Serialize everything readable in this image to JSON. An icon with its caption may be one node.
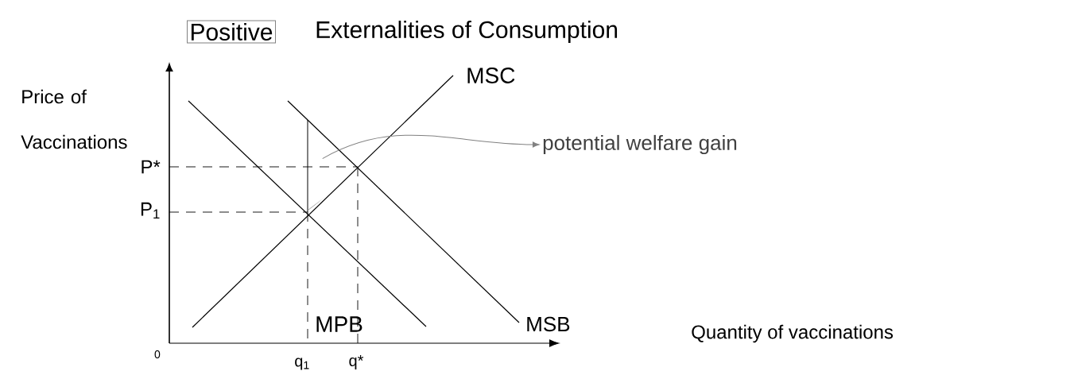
{
  "diagram": {
    "nodes": [
      {
        "text": [
          "Positive"
        ]
      },
      {
        "text": [],
        "shape": "triangle"
      },
      {
        "text": [
          "potential welfare gain"
        ]
      }
    ],
    "edges": [
      {
        "from": 1,
        "to": 2,
        "arrow": "to"
      }
    ],
    "labels": [
      "Externalities of Consumption",
      "Price of Vaccinations",
      "MSC",
      "P*",
      "P$_{1}$",
      "MPB",
      "MSB",
      "Quantity of vaccinations",
      "0",
      "q$_{1}$",
      "q*"
    ]
  }
}
